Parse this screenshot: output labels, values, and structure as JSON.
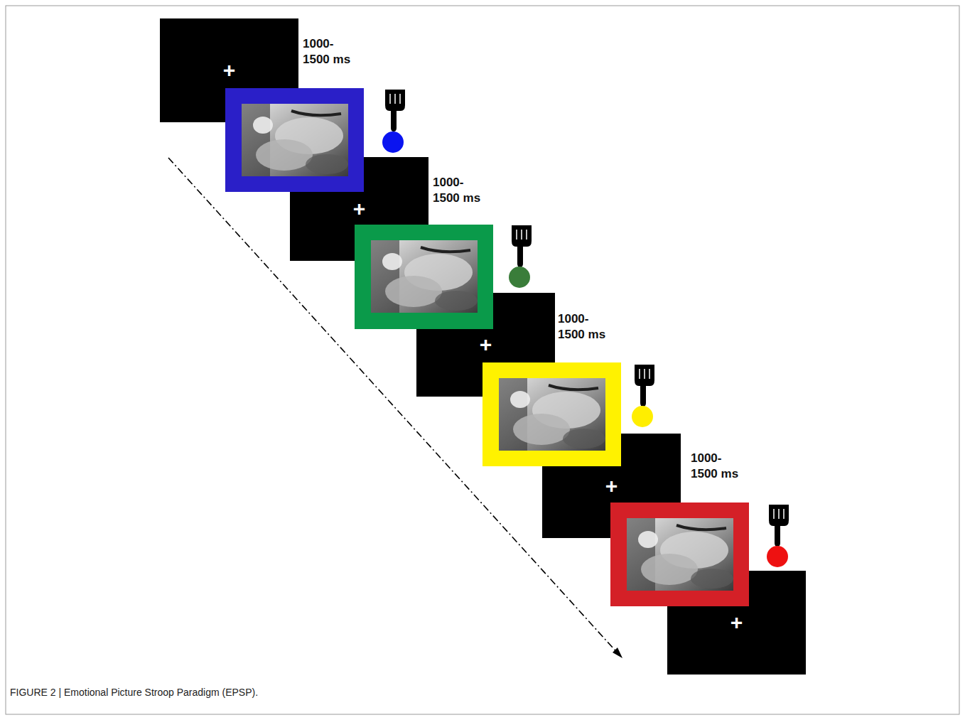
{
  "diagram": {
    "caption": "FIGURE 2 | Emotional Picture Stroop Paradigm (EPSP).",
    "nodes": [
      {
        "text": [
          "+"
        ]
      },
      {
        "text": [
          "+"
        ]
      },
      {
        "text": [
          "+"
        ]
      },
      {
        "text": [
          "+"
        ]
      },
      {
        "text": [
          "+"
        ]
      }
    ],
    "labels": [
      "1000- 1500 ms",
      "1000- 1500 ms",
      "1000- 1500 ms",
      "1000- 1500 ms"
    ]
  }
}
